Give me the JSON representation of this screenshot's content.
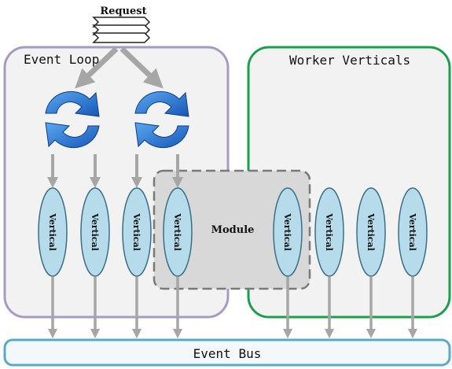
{
  "request": {
    "label": "Request"
  },
  "event_loop": {
    "label": "Event Loop"
  },
  "worker": {
    "label": "Worker Verticals"
  },
  "module": {
    "label": "Module"
  },
  "bus": {
    "label": "Event Bus"
  },
  "verticals": [
    {
      "label": "Vertical"
    },
    {
      "label": "Vertical"
    },
    {
      "label": "Vertical"
    },
    {
      "label": "Vertical"
    },
    {
      "label": "Vertical"
    },
    {
      "label": "Vertical"
    },
    {
      "label": "Vertical"
    },
    {
      "label": "Vertical"
    }
  ],
  "colors": {
    "event_loop_border": "#a89bc3",
    "worker_border": "#1aa04a",
    "module_border": "#7a7a7a",
    "bus_border": "#5aa9c8",
    "vertical_fill": "#b6dcec",
    "vertical_stroke": "#3b6f86",
    "cycle_blue": "#1f6fd1",
    "arrow_gray": "#a6a6a6"
  }
}
